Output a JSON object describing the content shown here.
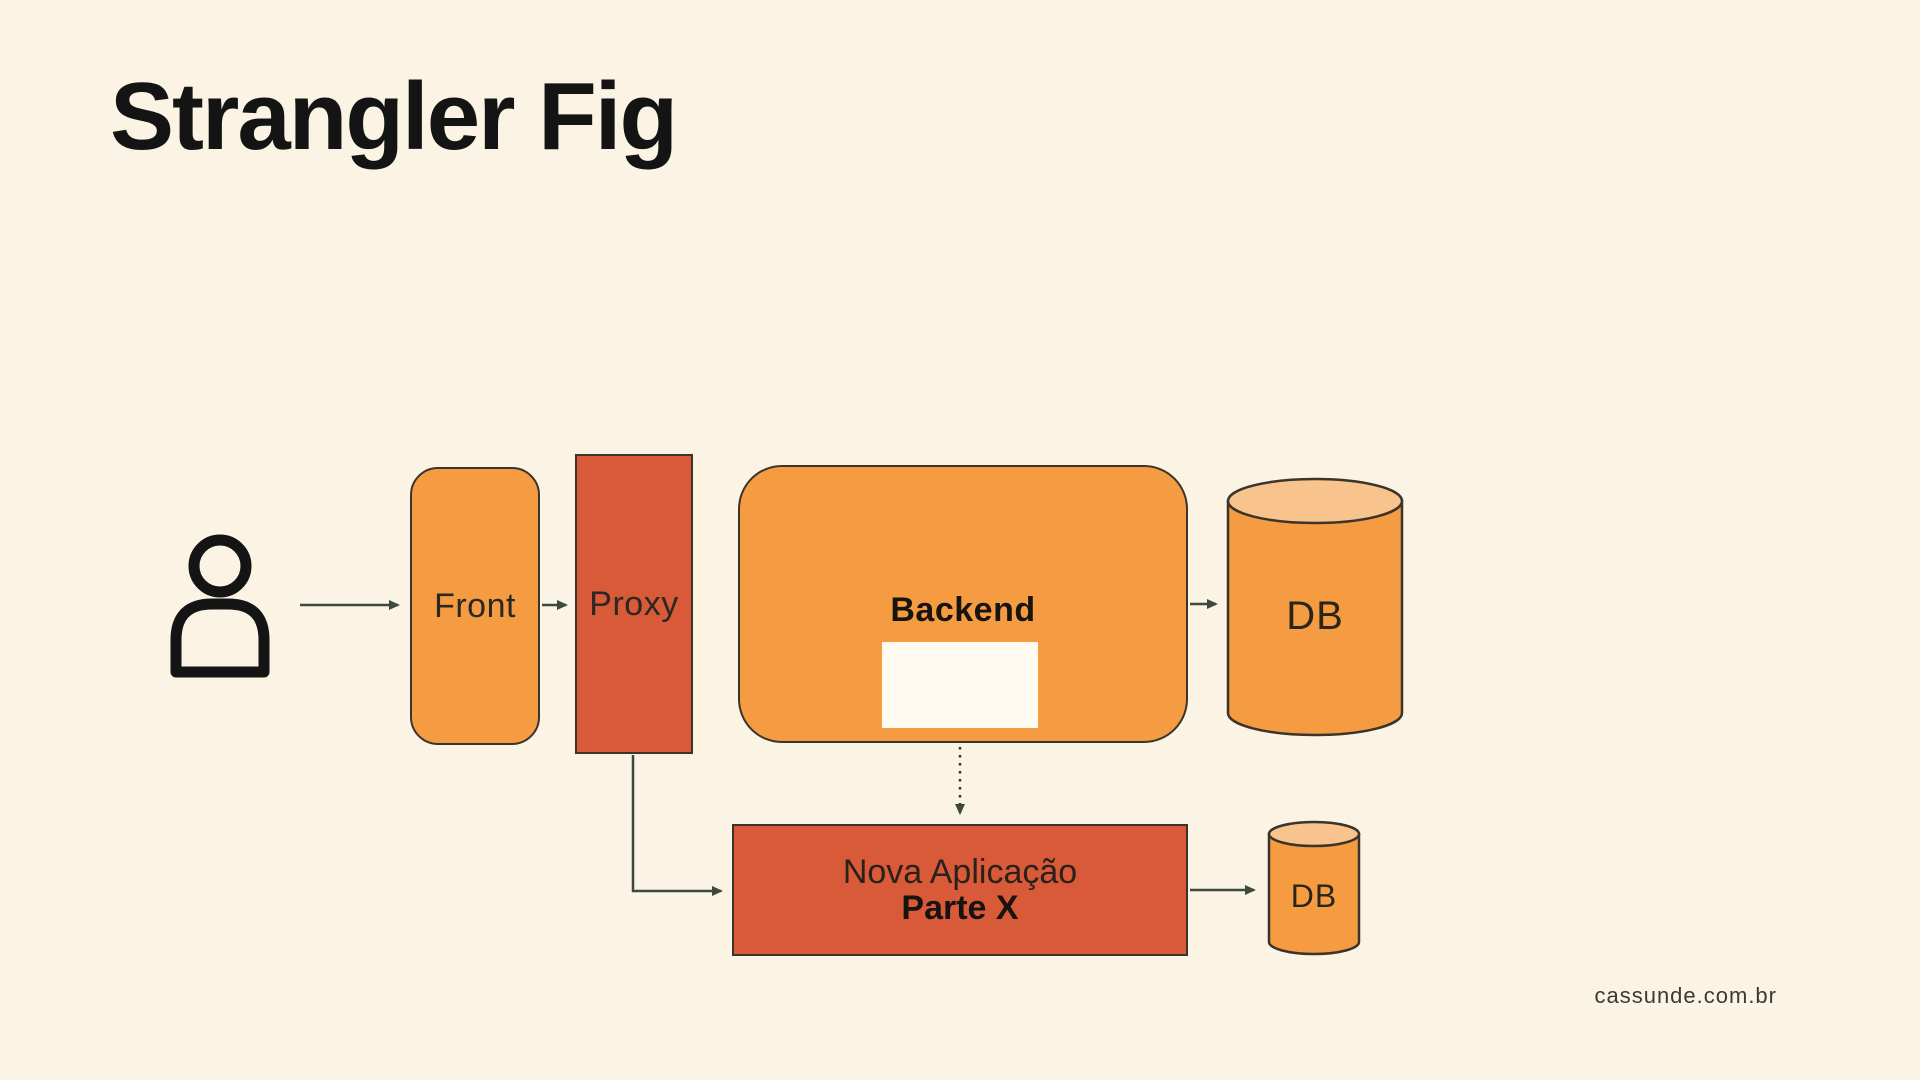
{
  "title": "Strangler Fig",
  "footer": {
    "site": "cassunde.com.br"
  },
  "diagram": {
    "actor": {
      "icon": "person-icon"
    },
    "nodes": {
      "front": {
        "label": "Front"
      },
      "proxy": {
        "label": "Proxy"
      },
      "backend": {
        "label": "Backend"
      },
      "db_main": {
        "label": "DB"
      },
      "nova": {
        "line1": "Nova Aplicação",
        "line2": "Parte X"
      },
      "db_new": {
        "label": "DB"
      }
    },
    "colors": {
      "background": "#FBF3E3",
      "orange": "#F59C42",
      "orange_light": "#F9C38D",
      "red": "#D85A39",
      "outline": "#3A342B",
      "arrow": "#3C4A3C",
      "ink": "#141414",
      "notch_white": "#FEFAEF"
    }
  }
}
